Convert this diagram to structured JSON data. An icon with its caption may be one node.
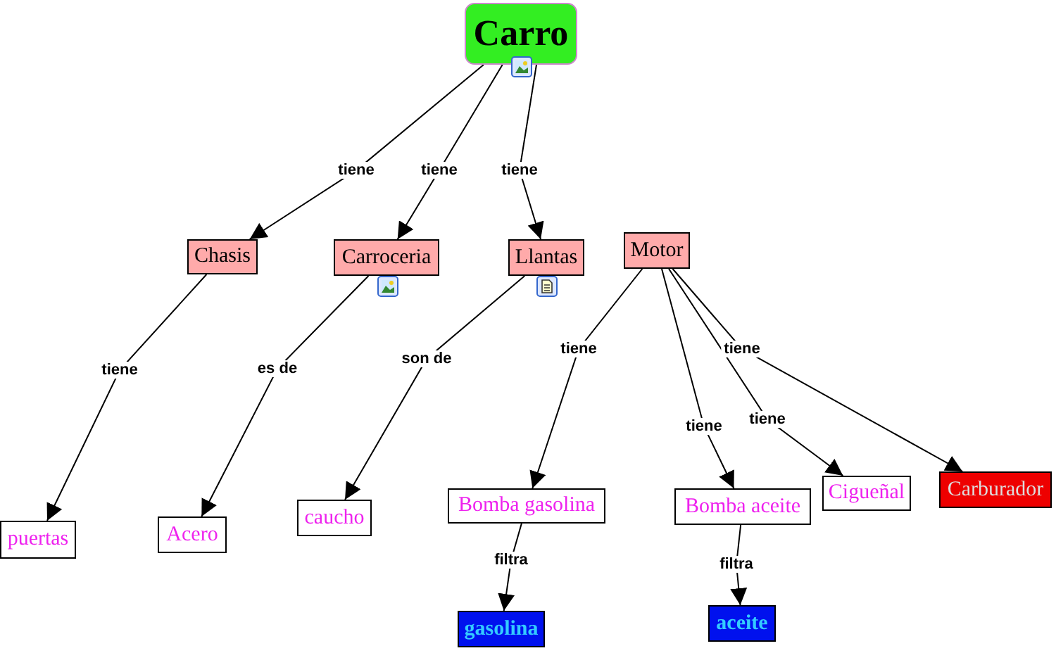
{
  "diagram": {
    "nodes": [
      {
        "text": [
          "Carro"
        ]
      },
      {
        "text": [
          "Chasis"
        ]
      },
      {
        "text": [
          "Carroceria"
        ]
      },
      {
        "text": [
          "Llantas"
        ]
      },
      {
        "text": [
          "Motor"
        ]
      },
      {
        "text": [
          "puertas"
        ]
      },
      {
        "text": [
          "Acero"
        ]
      },
      {
        "text": [
          "caucho"
        ]
      },
      {
        "text": [
          "Bomba gasolina"
        ]
      },
      {
        "text": [
          "Bomba aceite"
        ]
      },
      {
        "text": [
          "Cigueñal"
        ]
      },
      {
        "text": [
          "Carburador"
        ]
      },
      {
        "text": [
          "gasolina"
        ]
      },
      {
        "text": [
          "aceite"
        ]
      }
    ],
    "edges": [
      {
        "from": 0,
        "to": 1,
        "arrow": "to",
        "label": "tiene"
      },
      {
        "from": 0,
        "to": 2,
        "arrow": "to",
        "label": "tiene"
      },
      {
        "from": 0,
        "to": 3,
        "arrow": "to",
        "label": "tiene"
      },
      {
        "from": 1,
        "to": 5,
        "arrow": "to",
        "label": "tiene"
      },
      {
        "from": 2,
        "to": 6,
        "arrow": "to",
        "label": "es de"
      },
      {
        "from": 3,
        "to": 7,
        "arrow": "to",
        "label": "son de"
      },
      {
        "from": 4,
        "to": 8,
        "arrow": "to",
        "label": "tiene"
      },
      {
        "from": 4,
        "to": 9,
        "arrow": "to",
        "label": "tiene"
      },
      {
        "from": 4,
        "to": 10,
        "arrow": "to",
        "label": "tiene"
      },
      {
        "from": 4,
        "to": 11,
        "arrow": "to",
        "label": "tiene"
      },
      {
        "from": 8,
        "to": 12,
        "arrow": "to",
        "label": "filtra"
      },
      {
        "from": 9,
        "to": 13,
        "arrow": "to",
        "label": "filtra"
      }
    ]
  }
}
